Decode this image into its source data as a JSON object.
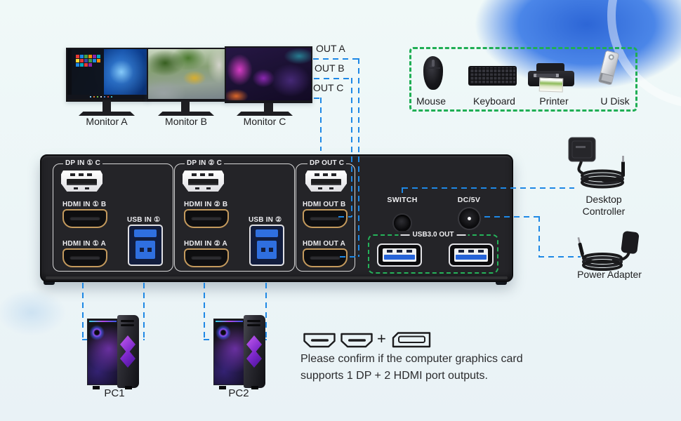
{
  "colors": {
    "background": "#ecf5f7",
    "dash_blue": "#1e88e5",
    "dash_green": "#1fae54",
    "device_body": "#242428",
    "hdmi_gold": "#c49a5d",
    "usb_blue": "#2f6fe0",
    "text": "#202022"
  },
  "monitors": [
    {
      "label": "Monitor A",
      "screen": "windows-desktop"
    },
    {
      "label": "Monitor B",
      "screen": "street-photo"
    },
    {
      "label": "Monitor C",
      "screen": "game-art"
    }
  ],
  "out_labels": [
    "OUT A",
    "OUT B",
    "OUT C"
  ],
  "peripherals": {
    "items": [
      {
        "icon": "mouse-icon",
        "label": "Mouse"
      },
      {
        "icon": "keyboard-icon",
        "label": "Keyboard"
      },
      {
        "icon": "printer-icon",
        "label": "Printer"
      },
      {
        "icon": "usb-flash-drive-icon",
        "label": "U Disk"
      }
    ]
  },
  "device": {
    "groups": [
      {
        "dp": "DP IN ① C",
        "hdmi_b": "HDMI IN ① B",
        "hdmi_a": "HDMI IN ① A",
        "usb": "USB IN ①"
      },
      {
        "dp": "DP IN ② C",
        "hdmi_b": "HDMI IN ② B",
        "hdmi_a": "HDMI IN ② A",
        "usb": "USB IN ②"
      },
      {
        "dp": "DP OUT C",
        "hdmi_b": "HDMI OUT B",
        "hdmi_a": "HDMI OUT A"
      }
    ],
    "switch_label": "SWITCH",
    "dc_label": "DC/5V",
    "usb3_label": "USB3.0 OUT"
  },
  "accessories": {
    "controller": {
      "line1": "Desktop",
      "line2": "Controller"
    },
    "power_adapter": {
      "label": "Power Adapter"
    }
  },
  "computers": [
    {
      "label": "PC1"
    },
    {
      "label": "PC2"
    }
  ],
  "note": {
    "plus": "+",
    "line1": "Please confirm if the computer graphics card",
    "line2": "supports 1 DP + 2 HDMI port outputs."
  }
}
